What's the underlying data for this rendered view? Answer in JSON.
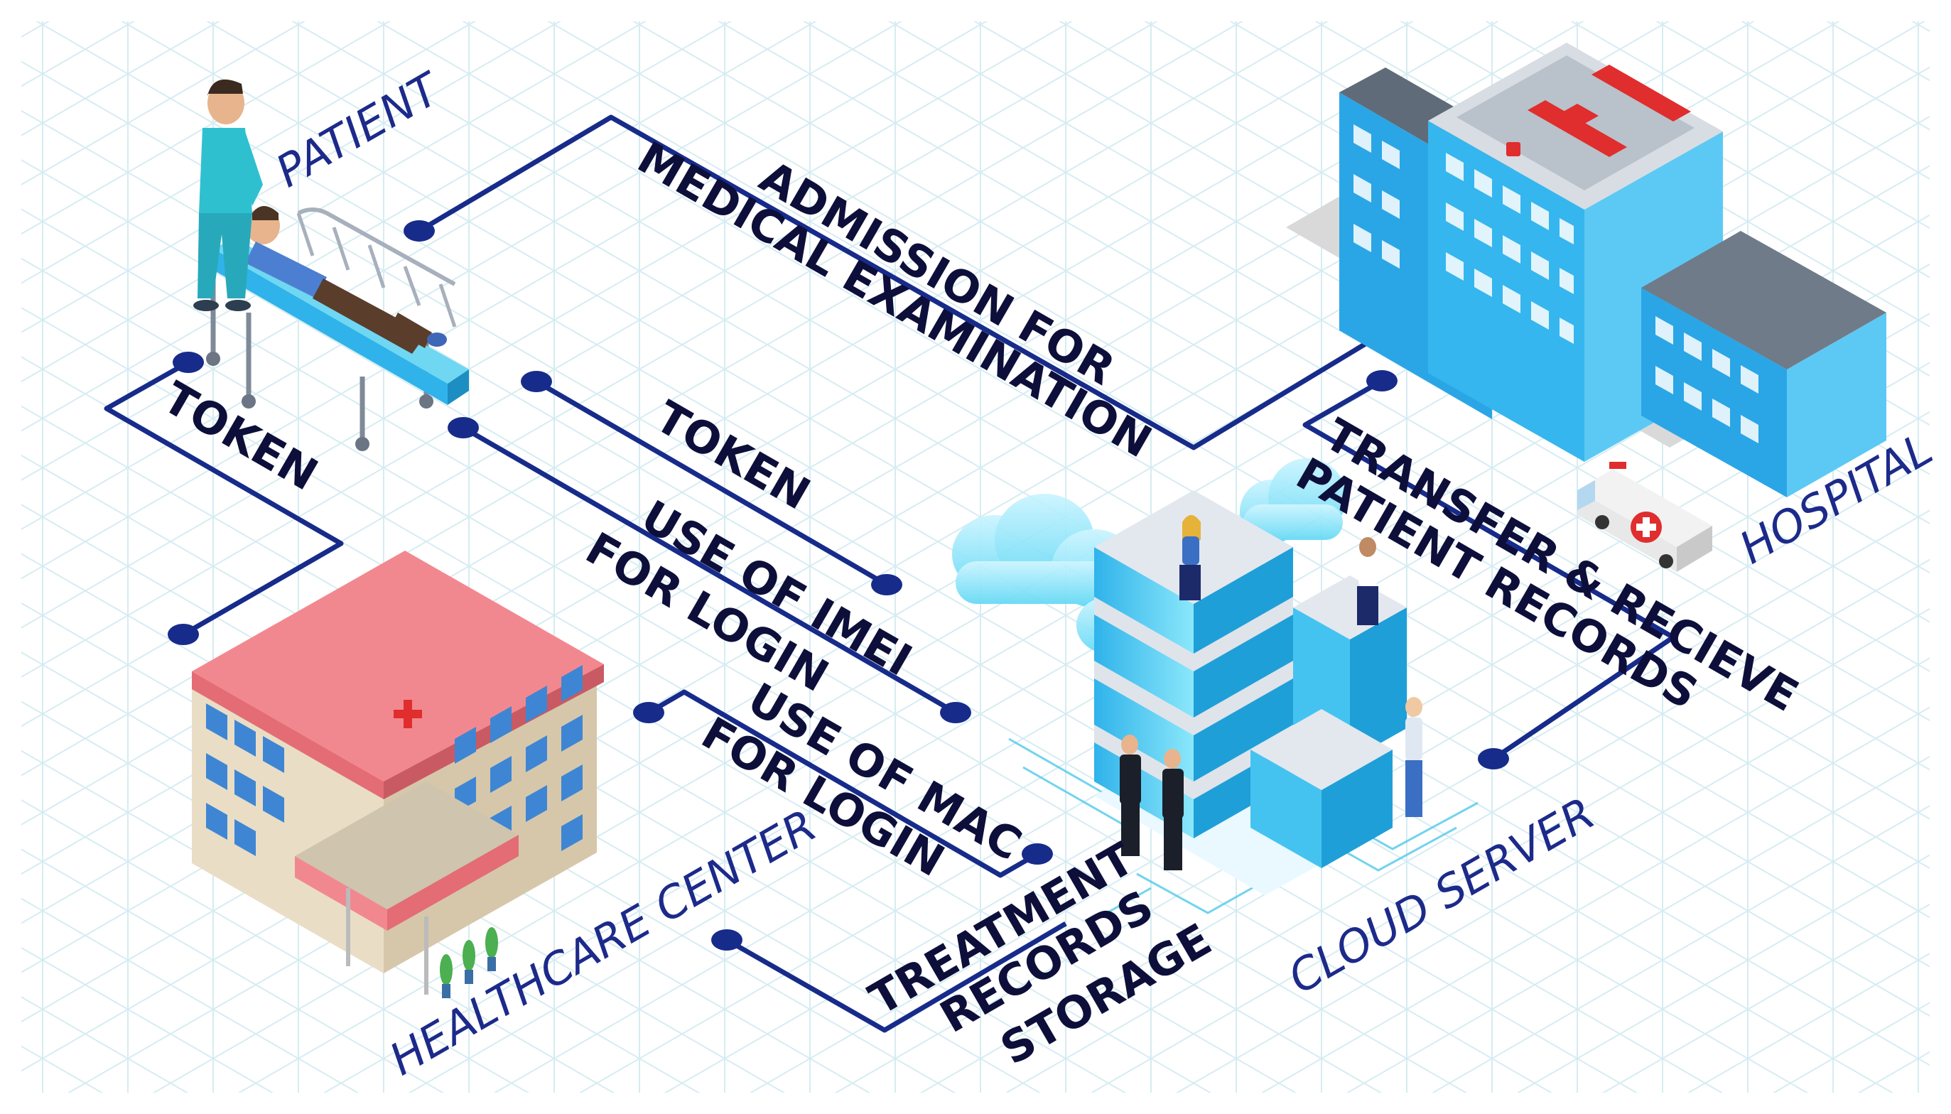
{
  "colors": {
    "connector": "#172b8a",
    "grid": "#cfeaf0",
    "label_dark": "#0d0f3a",
    "node_label": "#1c2a8a"
  },
  "nodes": {
    "patient": "PATIENT",
    "hospital": "HOSPITAL",
    "healthcare_center": "HEALTHCARE CENTER",
    "cloud_server": "CLOUD SERVER"
  },
  "connections": {
    "admission": [
      "ADMISSION FOR",
      "MEDICAL EXAMINATION"
    ],
    "token_left": "TOKEN",
    "token_middle": "TOKEN",
    "imei": [
      "USE OF IMEI",
      "FOR LOGIN"
    ],
    "mac": [
      "USE OF MAC",
      "FOR LOGIN"
    ],
    "transfer": [
      "TRANSFER & RECIEVE",
      "PATIENT RECORDS"
    ],
    "treatment": [
      "TREATMENT",
      "RECORDS",
      "STORAGE"
    ]
  },
  "icons": {
    "patient": "patient-on-stretcher-icon",
    "hospital": "hospital-building-icon",
    "ambulance": "ambulance-icon",
    "healthcare_center": "healthcare-center-building-icon",
    "cloud_server": "cloud-server-icon"
  }
}
